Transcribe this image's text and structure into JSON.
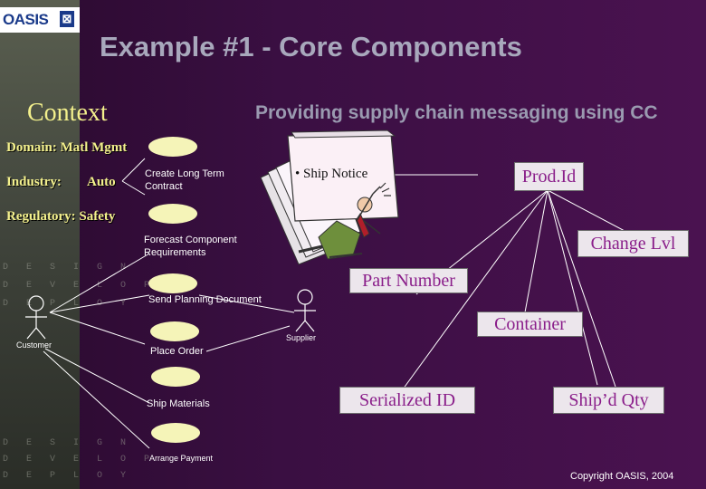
{
  "logo": {
    "text": "OASIS",
    "mark": "⊠"
  },
  "sidebar": {
    "upper": [
      "D E S I G N",
      "D E V E L O P",
      "D E P L O Y"
    ],
    "lower": [
      "D E S I G N",
      "D E V E L O P",
      "D E P L O Y"
    ]
  },
  "slide": {
    "title": "Example #1 - Core Components",
    "context_heading": "Context",
    "subtitle": "Providing supply chain messaging using CC"
  },
  "context_values": {
    "domain": "Domain:  Matl Mgmt",
    "industry_label": "Industry:",
    "industry_value": "Auto",
    "regulatory": "Regulatory:  Safety"
  },
  "use_cases": {
    "create_contract": "Create Long Term Contract",
    "forecast": "Forecast Component Requirements",
    "send_planning": "Send Planning Document",
    "place_order": "Place Order",
    "ship_materials": "Ship Materials",
    "arrange_payment": "Arrange Payment"
  },
  "actors": {
    "customer": "Customer",
    "supplier": "Supplier"
  },
  "document": {
    "label": "• Ship Notice"
  },
  "entities": {
    "prod_id": "Prod.Id",
    "change_lvl": "Change Lvl",
    "part_number": "Part Number",
    "container": "Container",
    "serialized_id": "Serialized ID",
    "shipd_qty": "Ship’d Qty"
  },
  "copyright": "Copyright OASIS, 2004",
  "colors": {
    "background": "#3a0f42",
    "context_text": "#f3f08c",
    "entity_text": "#8a1e8a",
    "use_case_fill": "#f5f4b8"
  }
}
